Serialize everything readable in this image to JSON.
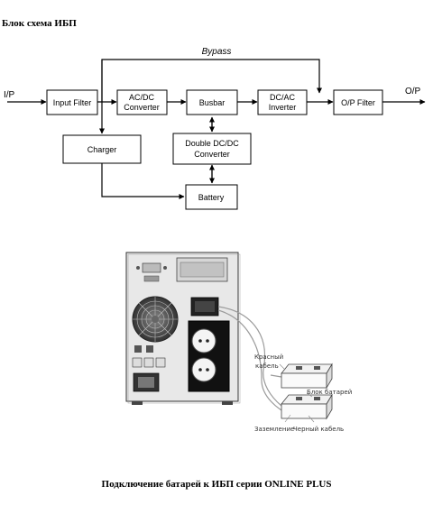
{
  "title": "Блок схема ИБП",
  "caption": "Подключение батарей к ИБП серии ONLINE PLUS",
  "block_diagram": {
    "bypass_label": "Bypass",
    "input_label": "I/P",
    "output_label": "O/P",
    "blocks": {
      "input_filter": "Input Filter",
      "acdc_line1": "AC/DC",
      "acdc_line2": "Converter",
      "busbar": "Busbar",
      "dcac_line1": "DC/AC",
      "dcac_line2": "Inverter",
      "op_filter": "O/P Filter",
      "charger": "Charger",
      "double_line1": "Double DC/DC",
      "double_line2": "Converter",
      "battery": "Battery"
    }
  },
  "connection_figure": {
    "red_cable_line1": "Красный",
    "red_cable_line2": "кабель",
    "battery_block": "Блок батарей",
    "ground": "Заземление",
    "black_cable": "Черный кабель"
  }
}
